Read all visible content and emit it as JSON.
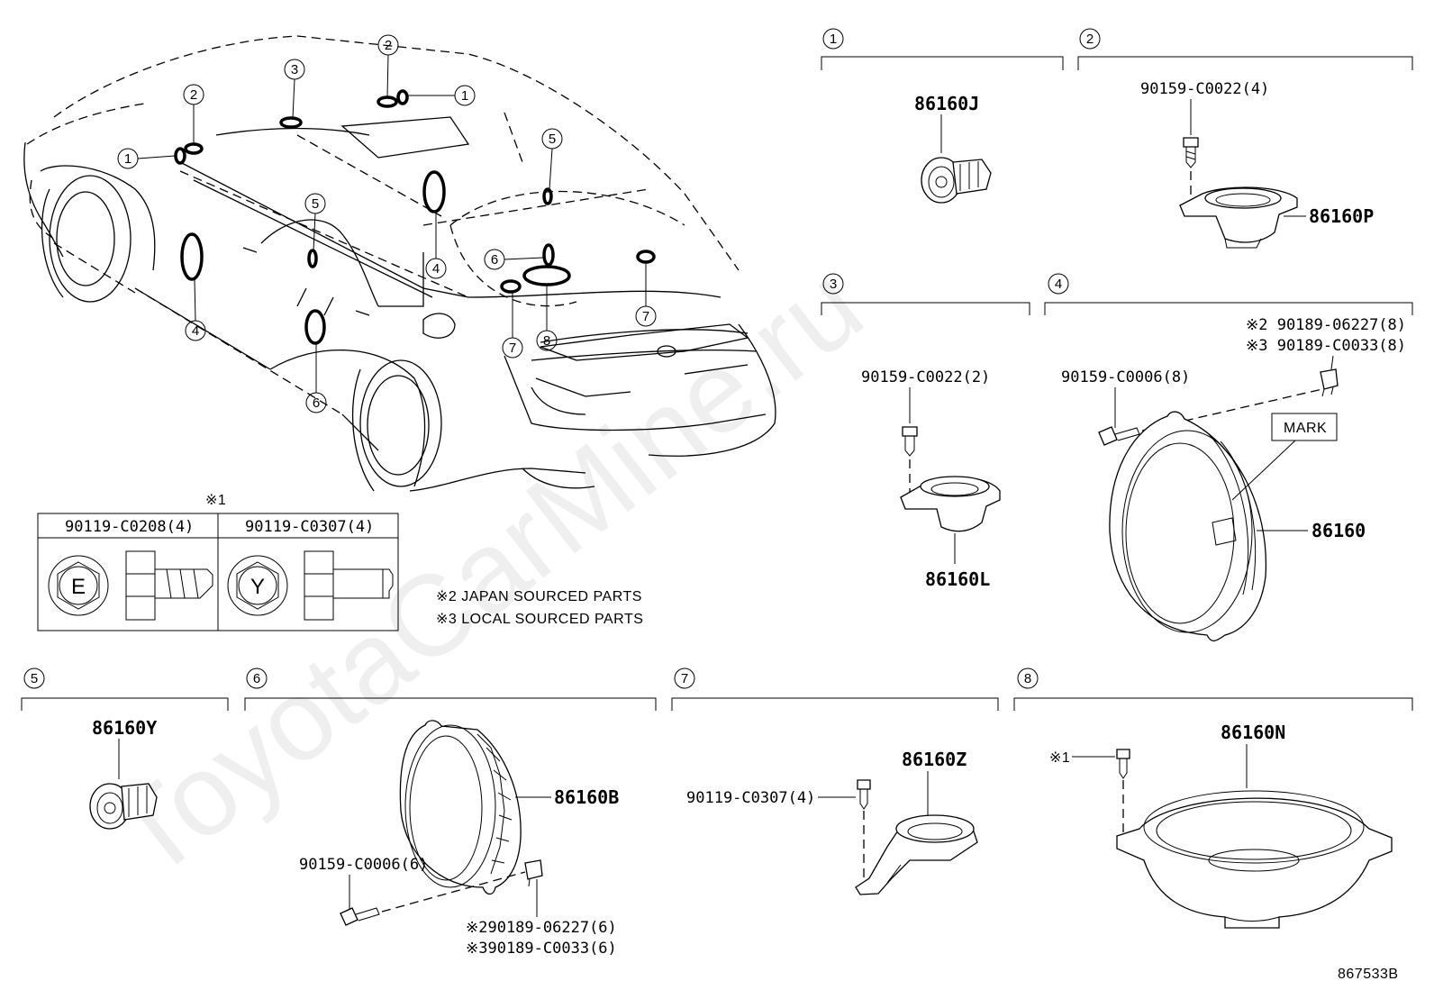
{
  "diagram_code": "867533B",
  "watermark": "ToyotaCarMine.ru",
  "callout_numbers": [
    "1",
    "2",
    "3",
    "4",
    "5",
    "6",
    "7",
    "8"
  ],
  "sections": [
    {
      "num": "1",
      "parts": [
        {
          "label": "86160J"
        }
      ]
    },
    {
      "num": "2",
      "parts": [
        {
          "label": "90159-C0022(4)"
        },
        {
          "label": "86160P"
        }
      ]
    },
    {
      "num": "3",
      "parts": [
        {
          "label": "90159-C0022(2)"
        },
        {
          "label": "86160L"
        }
      ]
    },
    {
      "num": "4",
      "parts": [
        {
          "label": "※2 90189-06227(8)"
        },
        {
          "label": "※3 90189-C0033(8)"
        },
        {
          "label": "90159-C0006(8)"
        },
        {
          "label": "MARK"
        },
        {
          "label": "86160"
        }
      ]
    },
    {
      "num": "5",
      "parts": [
        {
          "label": "86160Y"
        }
      ]
    },
    {
      "num": "6",
      "parts": [
        {
          "label": "86160B"
        },
        {
          "label": "90159-C0006(6)"
        },
        {
          "label": "※290189-06227(6)"
        },
        {
          "label": "※390189-C0033(6)"
        }
      ]
    },
    {
      "num": "7",
      "parts": [
        {
          "label": "86160Z"
        },
        {
          "label": "90119-C0307(4)"
        }
      ]
    },
    {
      "num": "8",
      "parts": [
        {
          "label": "※1"
        },
        {
          "label": "86160N"
        }
      ]
    }
  ],
  "bolt_table": {
    "note_ref": "※1",
    "col1": {
      "part": "90119-C0208(4)",
      "head_letter": "E"
    },
    "col2": {
      "part": "90119-C0307(4)",
      "head_letter": "Y"
    }
  },
  "notes": [
    "※2 JAPAN SOURCED PARTS",
    "※3 LOCAL SOURCED PARTS"
  ]
}
